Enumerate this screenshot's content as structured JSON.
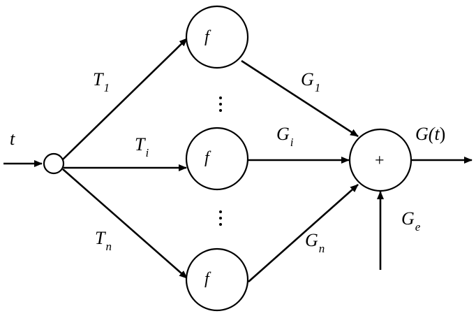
{
  "diagram": {
    "input_label": "t",
    "node_function": "f",
    "sum_symbol": "+",
    "output_label": "G(t)",
    "labels": {
      "T1": {
        "main": "T",
        "sub": "1"
      },
      "Ti": {
        "main": "T",
        "sub": "i"
      },
      "Tn": {
        "main": "T",
        "sub": "n"
      },
      "G1": {
        "main": "G",
        "sub": "1"
      },
      "Gi": {
        "main": "G",
        "sub": "i"
      },
      "Gn": {
        "main": "G",
        "sub": "n"
      },
      "Ge": {
        "main": "G",
        "sub": "e"
      }
    },
    "output": {
      "main": "G(",
      "var": "t",
      "close": ")"
    }
  }
}
